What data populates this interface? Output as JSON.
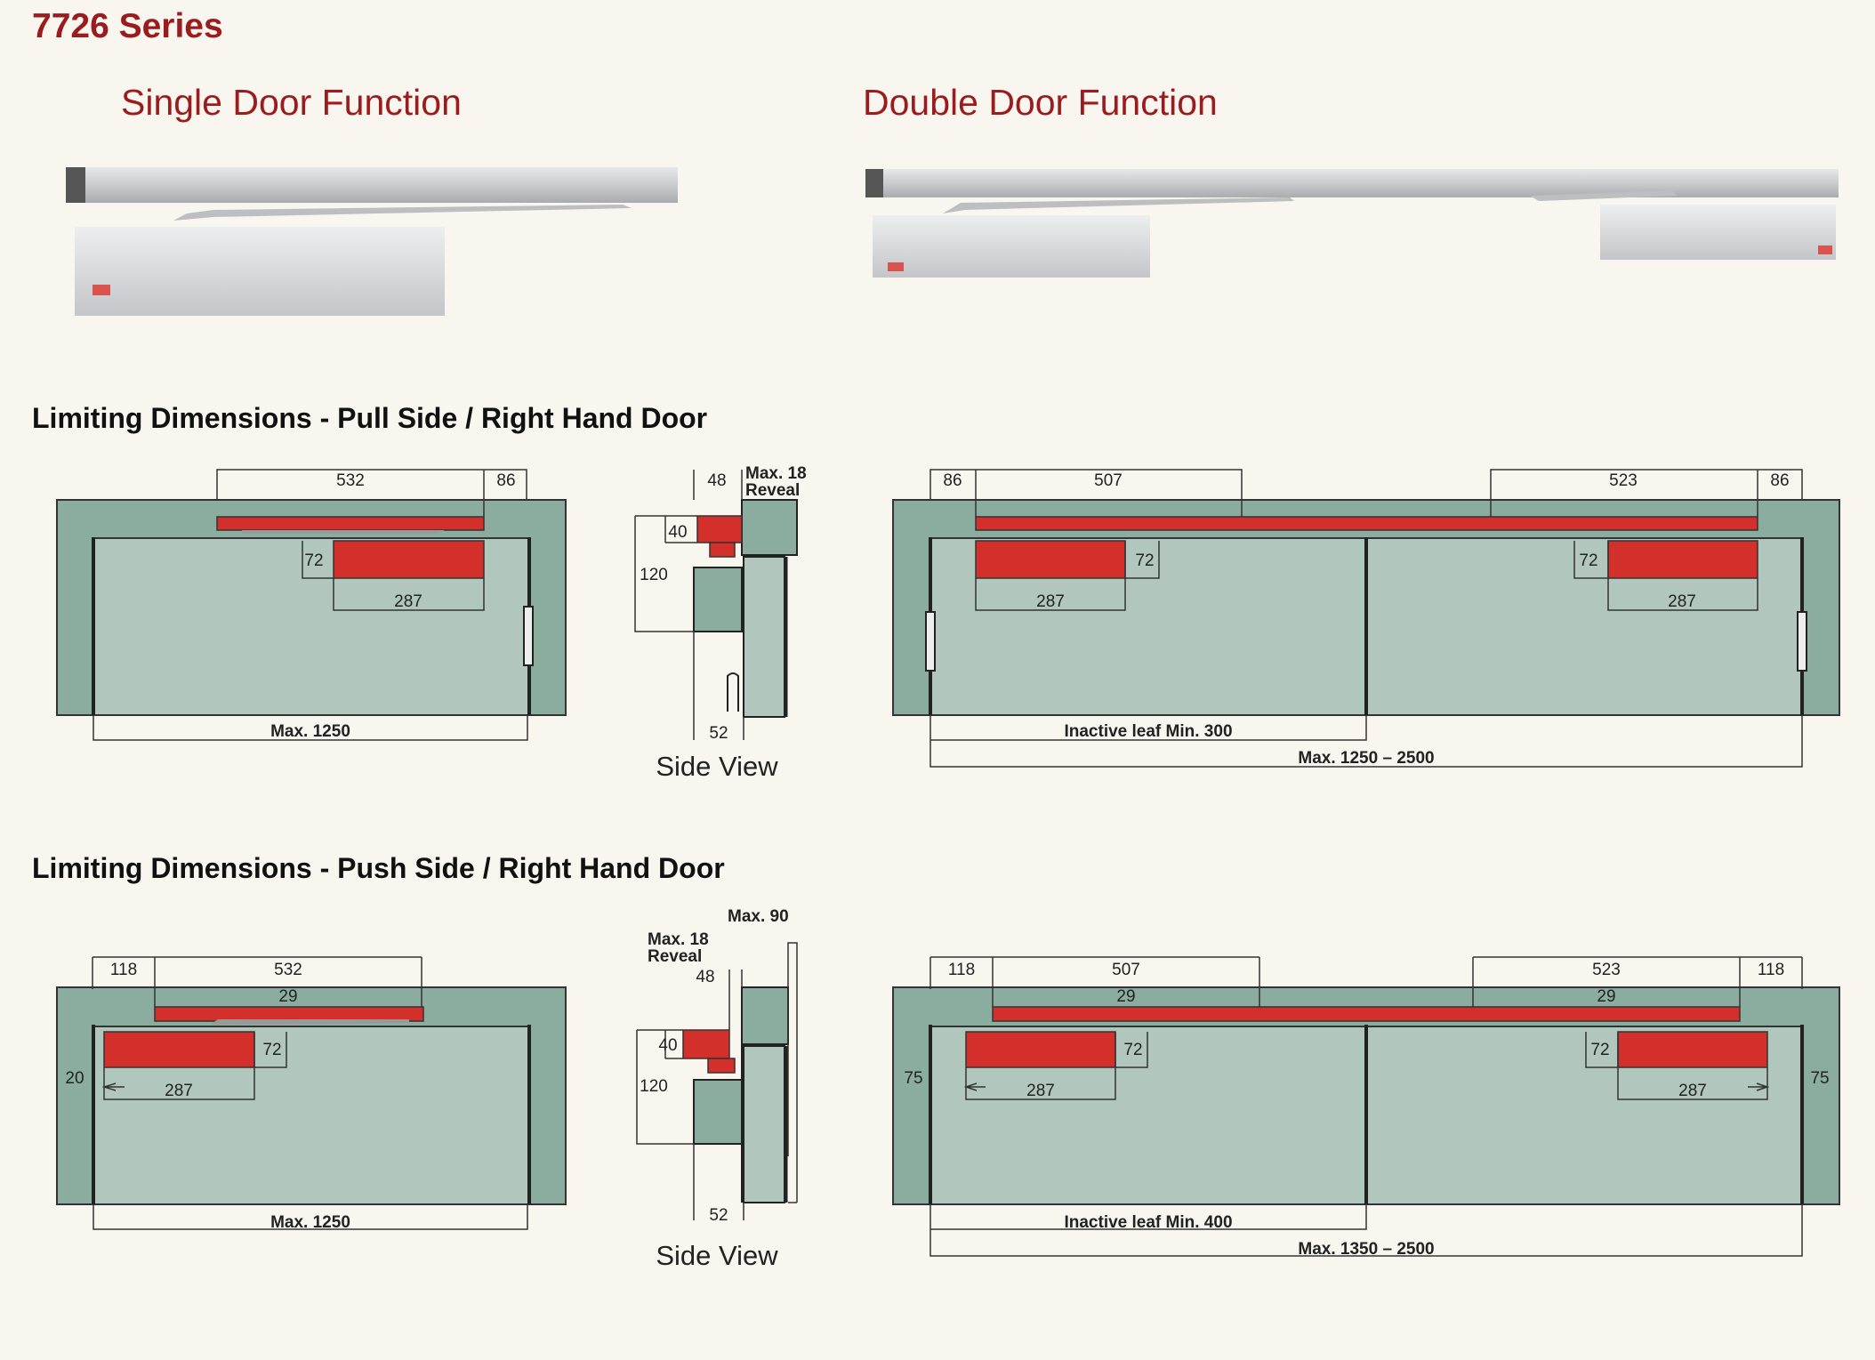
{
  "header": {
    "series_title": "7726 Series"
  },
  "functions": {
    "single": "Single Door Function",
    "double": "Double Door Function"
  },
  "sections": {
    "pull": "Limiting Dimensions - Pull Side / Right Hand Door",
    "push": "Limiting Dimensions - Push Side / Right Hand Door"
  },
  "side_view_label": "Side View",
  "pull": {
    "single": {
      "rail": "532",
      "end": "86",
      "height": "72",
      "body": "287",
      "width": "Max. 1250"
    },
    "side": {
      "d48": "48",
      "reveal1": "Max. 18",
      "reveal2": "Reveal",
      "d40": "40",
      "d120": "120",
      "d52": "52"
    },
    "double": {
      "end_left": "86",
      "rail_left": "507",
      "rail_right": "523",
      "end_right": "86",
      "height_left": "72",
      "height_right": "72",
      "body_left": "287",
      "body_right": "287",
      "inactive": "Inactive leaf Min. 300",
      "width": "Max. 1250 – 2500"
    }
  },
  "push": {
    "single": {
      "offset": "118",
      "rail": "532",
      "arm": "29",
      "height": "72",
      "body": "287",
      "side": "20",
      "width": "Max. 1250"
    },
    "side": {
      "max90": "Max. 90",
      "reveal1": "Max. 18",
      "reveal2": "Reveal",
      "d48": "48",
      "d40": "40",
      "d120": "120",
      "d52": "52"
    },
    "double": {
      "offset_left": "118",
      "rail_left": "507",
      "rail_right": "523",
      "offset_right": "118",
      "arm_left": "29",
      "arm_right": "29",
      "height_left": "72",
      "height_right": "72",
      "body_left": "287",
      "body_right": "287",
      "side_left": "75",
      "side_right": "75",
      "inactive": "Inactive leaf Min. 400",
      "width": "Max. 1350 – 2500"
    }
  },
  "colors": {
    "brand": "#9b1c1e",
    "frame": "#8aad9f",
    "door": "#b1c7bd",
    "closer": "#d3302b"
  }
}
